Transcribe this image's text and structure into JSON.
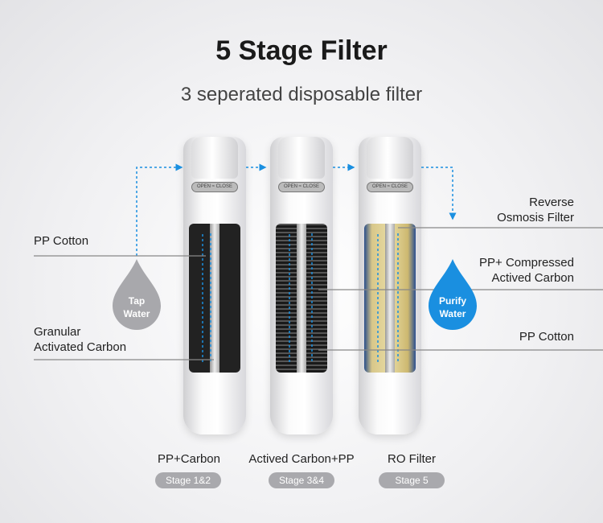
{
  "header": {
    "title": "5 Stage Filter",
    "subtitle": "3 seperated disposable filter"
  },
  "filters": [
    {
      "caption": "PP+Carbon",
      "stage": "Stage 1&2",
      "cap_label": "OPEN ≈ CLOSE"
    },
    {
      "caption": "Actived Carbon+PP",
      "stage": "Stage 3&4",
      "cap_label": "OPEN ≈ CLOSE"
    },
    {
      "caption": "RO Filter",
      "stage": "Stage 5",
      "cap_label": "OPEN ≈ CLOSE"
    }
  ],
  "left_labels": {
    "pp_cotton": "PP Cotton",
    "granular": "Granular\nActivated Carbon"
  },
  "right_labels": {
    "ro": "Reverse\nOsmosis Filter",
    "pp_compressed": "PP+ Compressed\nActived Carbon",
    "pp_cotton": "PP Cotton"
  },
  "drops": {
    "tap": "Tap\nWater",
    "purify": "Purify\nWater"
  },
  "colors": {
    "flow": "#1a8fe0",
    "tap_drop": "#a8a8ac",
    "purify_drop": "#1a8fe0"
  }
}
